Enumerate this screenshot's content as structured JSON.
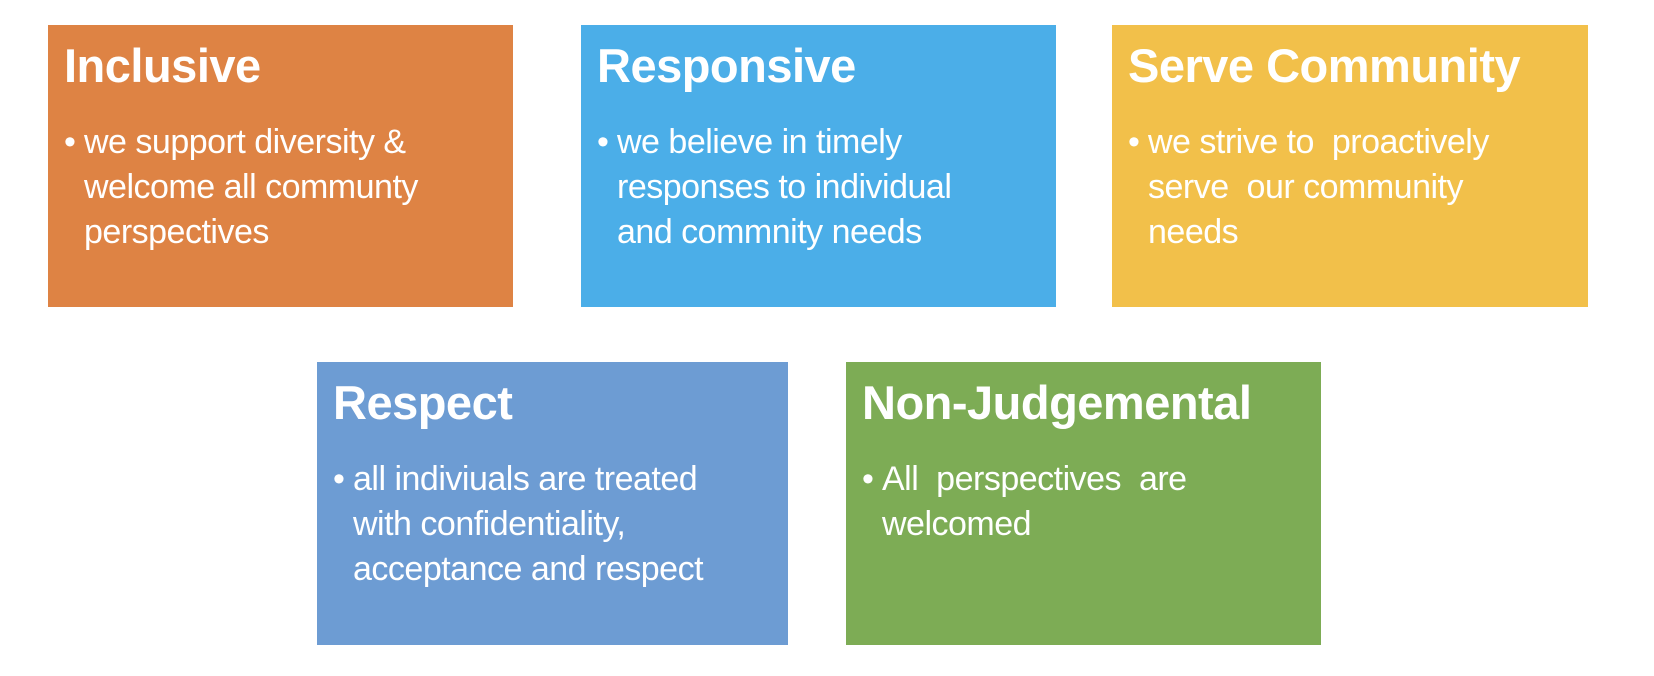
{
  "page": {
    "background_color": "#FFFFFF",
    "text_color": "#FFFFFF",
    "bullet_marker": "•"
  },
  "cards": [
    {
      "title": "Inclusive",
      "bullet": "we support diversity &\nwelcome all communty\nperspectives",
      "color": "#DE8344"
    },
    {
      "title": "Responsive",
      "bullet": "we believe in timely\nresponses to individual\nand commnity needs",
      "color": "#4BAEE8"
    },
    {
      "title": "Serve Community",
      "bullet": "we strive to  proactively\nserve  our community\nneeds",
      "color": "#F2C04A"
    },
    {
      "title": "Respect",
      "bullet": "all indiviuals are treated\nwith confidentiality,\nacceptance and respect",
      "color": "#6D9CD3"
    },
    {
      "title": "Non-Judgemental",
      "bullet": "All  perspectives  are\nwelcomed",
      "color": "#7DAC55"
    }
  ]
}
